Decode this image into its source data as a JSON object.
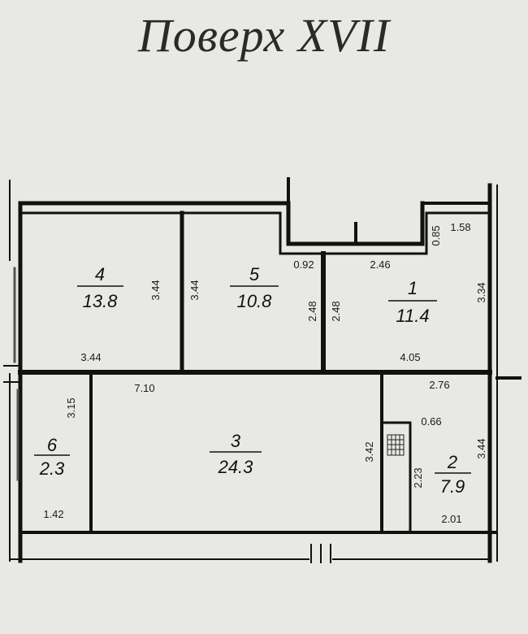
{
  "title": "Поверх XVII",
  "rooms": [
    {
      "number": "4",
      "area": "13.8"
    },
    {
      "number": "5",
      "area": "10.8"
    },
    {
      "number": "1",
      "area": "11.4"
    },
    {
      "number": "3",
      "area": "24.3"
    },
    {
      "number": "6",
      "area": "2.3"
    },
    {
      "number": "2",
      "area": "7.9"
    }
  ],
  "dimensions": {
    "r4_height": "3.44",
    "r4_width": "3.44",
    "r5_height": "3.44",
    "r5_door": "0.92",
    "r5_inner": "2.48",
    "r1_inner": "2.48",
    "r1_top": "2.46",
    "r1_height": "3.34",
    "r1_bottom": "4.05",
    "balc_height": "0.85",
    "balc_width": "1.58",
    "hall_width": "7.10",
    "hall_height": "3.42",
    "r6_top": "3.15",
    "r6_bottom": "1.42",
    "r2_top": "2.76",
    "r2_shaft": "0.66",
    "r2_left": "2.23",
    "r2_height": "3.44",
    "r2_bottom": "2.01"
  }
}
